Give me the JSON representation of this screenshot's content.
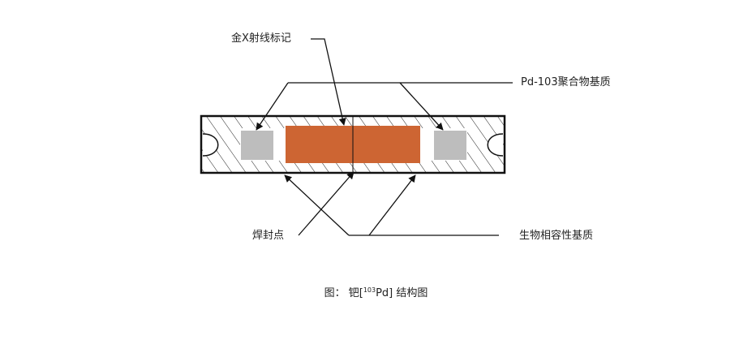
{
  "labels": {
    "gold_marker": "金X射线标记",
    "pd_matrix": "Pd-103聚合物基质",
    "weld": "焊封点",
    "bio_matrix": "生物相容性基质"
  },
  "caption": {
    "prefix": "图：  钯[",
    "sup": "103",
    "suffix": "Pd] 结构图"
  },
  "colors": {
    "core": "#cd6533",
    "end_plug": "#bdbdbd",
    "line": "#111111",
    "background": "#ffffff"
  }
}
